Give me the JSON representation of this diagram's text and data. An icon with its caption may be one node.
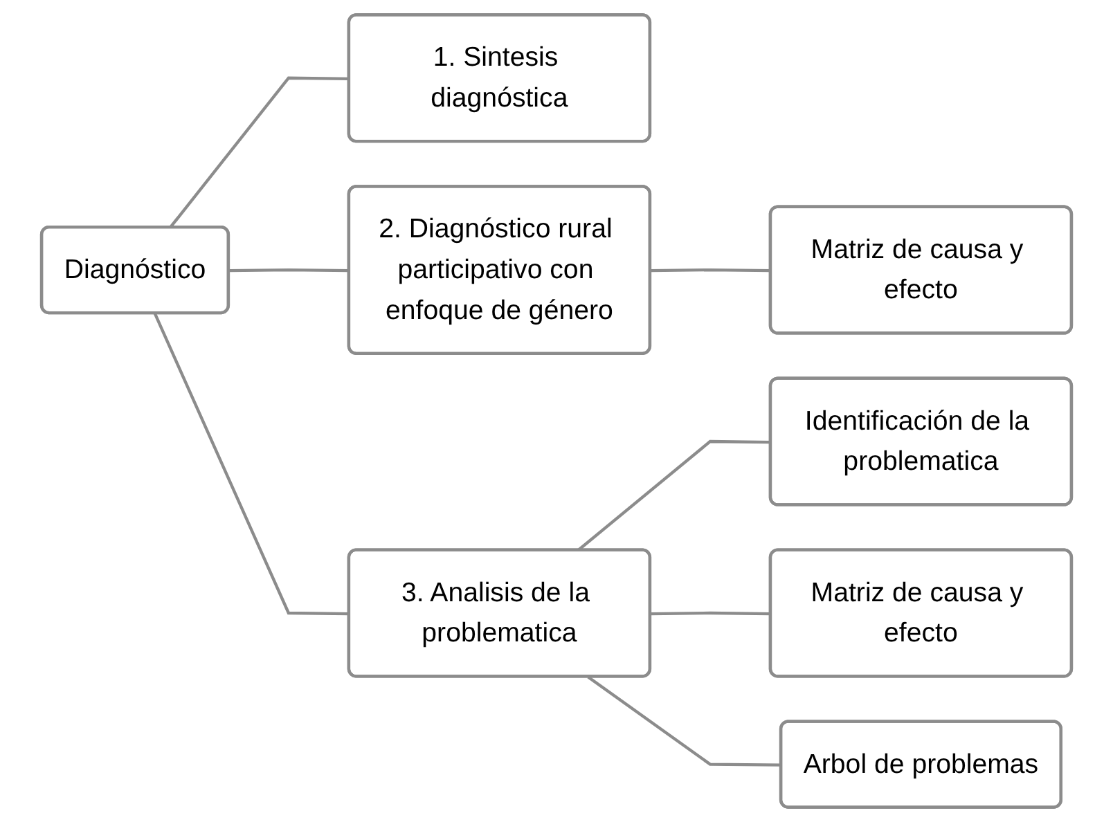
{
  "diagram": {
    "nodes": [
      {
        "text": [
          "Diagnóstico"
        ]
      },
      {
        "text": [
          "1. Sintesis diagnóstica"
        ]
      },
      {
        "text": [
          "2. Diagnóstico rural participativo con enfoque de género"
        ]
      },
      {
        "text": [
          "Matriz de causa y efecto"
        ]
      },
      {
        "text": [
          "3. Analisis de la problematica"
        ]
      },
      {
        "text": [
          "Identificación de la problematica"
        ]
      },
      {
        "text": [
          "Matriz de causa y efecto"
        ]
      },
      {
        "text": [
          "Arbol de problemas"
        ]
      }
    ],
    "edges": [
      {
        "from": 0,
        "to": 1,
        "arrow": "none"
      },
      {
        "from": 0,
        "to": 2,
        "arrow": "none"
      },
      {
        "from": 0,
        "to": 4,
        "arrow": "none"
      },
      {
        "from": 2,
        "to": 3,
        "arrow": "none"
      },
      {
        "from": 4,
        "to": 5,
        "arrow": "none"
      },
      {
        "from": 4,
        "to": 6,
        "arrow": "none"
      },
      {
        "from": 4,
        "to": 7,
        "arrow": "none"
      }
    ]
  }
}
